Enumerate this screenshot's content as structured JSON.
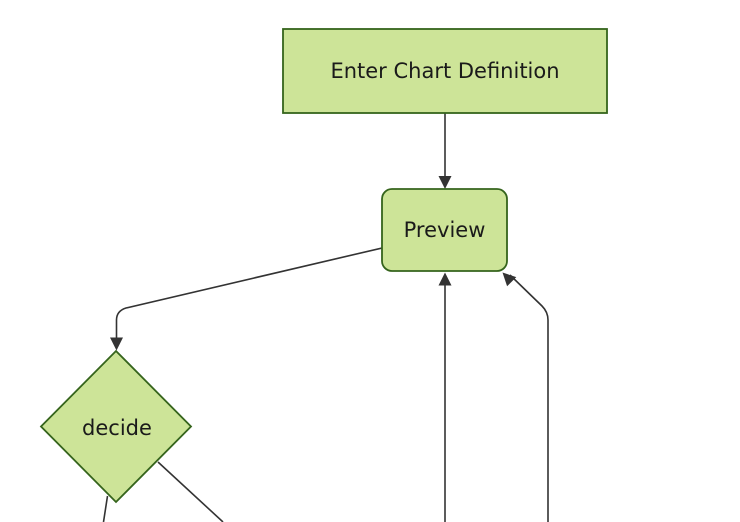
{
  "diagram": {
    "type": "flowchart",
    "direction": "top-down",
    "colors": {
      "canvas-bg": "#ffffff",
      "node-fill": "#cde498",
      "node-border": "#35641c",
      "edge-color": "#333333",
      "label-color": "#1a1a1a"
    },
    "nodes": [
      {
        "id": "enter-chart-definition",
        "label": "Enter Chart Definition",
        "shape": "rectangle"
      },
      {
        "id": "preview",
        "label": "Preview",
        "shape": "rounded-rectangle"
      },
      {
        "id": "decide",
        "label": "decide",
        "shape": "diamond"
      }
    ],
    "edges": [
      {
        "from": "enter-chart-definition",
        "to": "preview",
        "has_arrow": true
      },
      {
        "from": "preview",
        "to": "decide",
        "has_arrow": true
      },
      {
        "from": "offscreen-bottom-left-branch",
        "to": "preview",
        "has_arrow": true
      },
      {
        "from": "offscreen-bottom-right-branch",
        "to": "preview",
        "has_arrow": true
      },
      {
        "from": "decide",
        "to": "offscreen-bottom-left",
        "has_arrow": false
      },
      {
        "from": "decide",
        "to": "offscreen-bottom-right",
        "has_arrow": false
      }
    ]
  }
}
